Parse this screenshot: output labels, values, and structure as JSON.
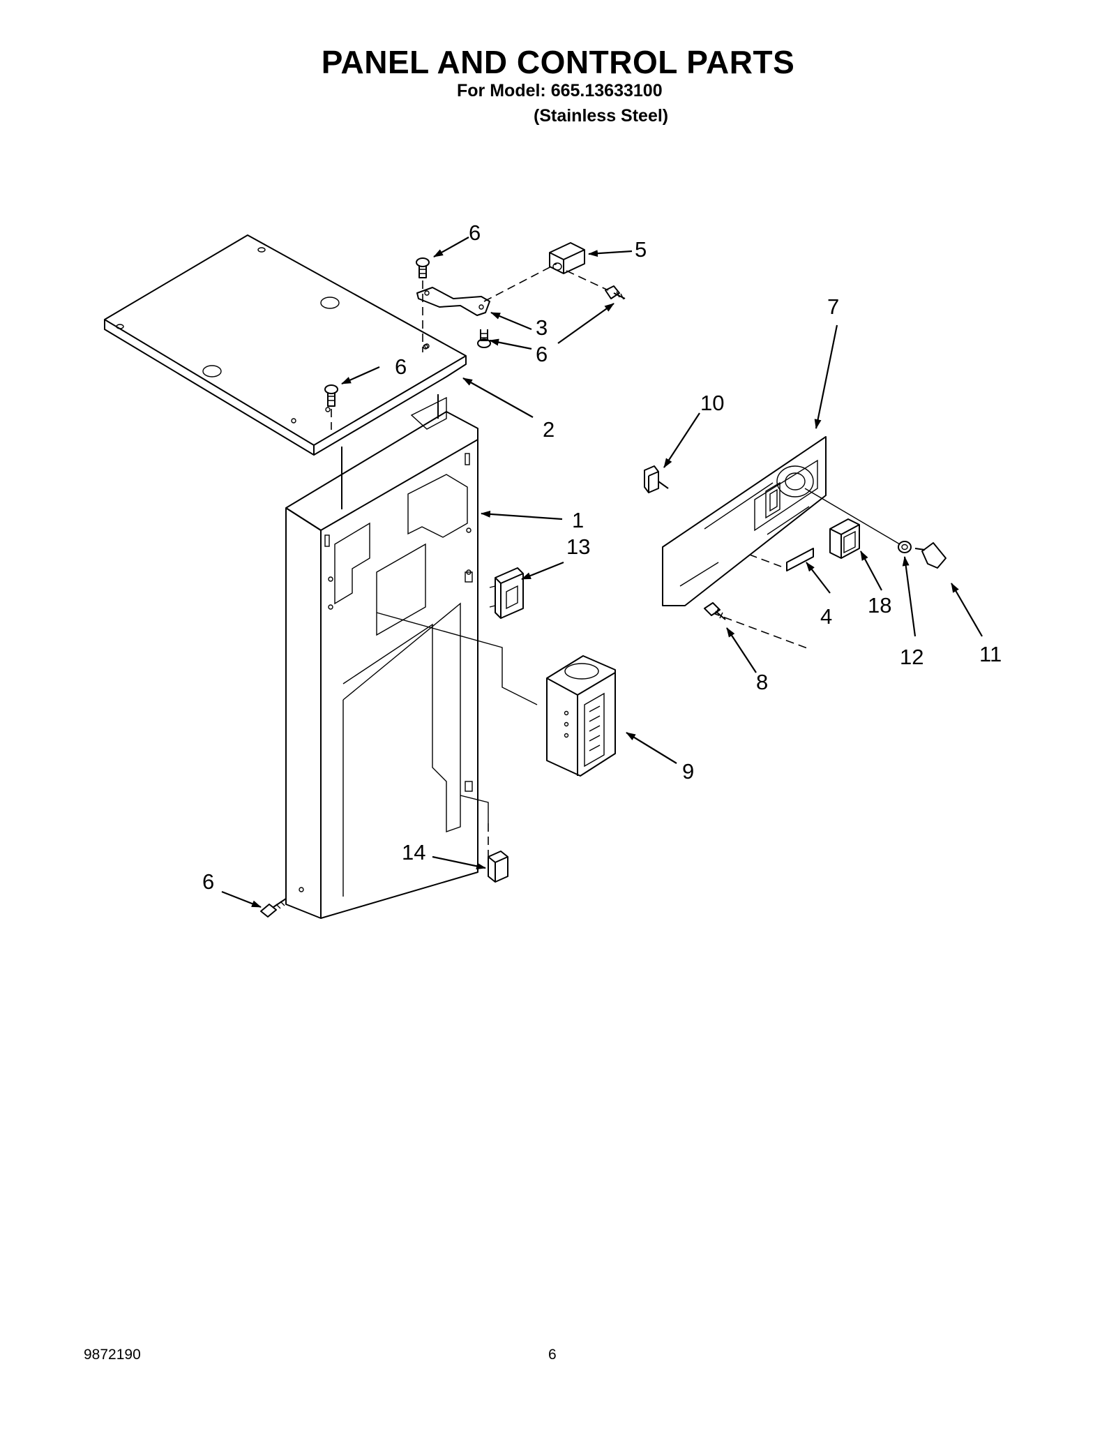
{
  "header": {
    "title": "PANEL AND CONTROL PARTS",
    "model_line": "For Model: 665.13633100",
    "finish_line": "(Stainless Steel)"
  },
  "footer": {
    "doc_number": "9872190",
    "page_number": "6"
  },
  "callouts": {
    "c1": "1",
    "c2": "2",
    "c3": "3",
    "c4": "4",
    "c5": "5",
    "c6a": "6",
    "c6b": "6",
    "c6c": "6",
    "c6d": "6",
    "c7": "7",
    "c8": "8",
    "c9": "9",
    "c10": "10",
    "c11": "11",
    "c12": "12",
    "c13": "13",
    "c14": "14",
    "c18": "18"
  }
}
